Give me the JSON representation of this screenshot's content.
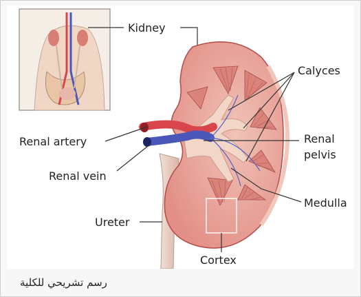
{
  "labels": {
    "kidney": "Kidney",
    "calyces": "Calyces",
    "renal_artery": "Renal artery",
    "renal_pelvis_line1": "Renal",
    "renal_pelvis_line2": "pelvis",
    "renal_vein": "Renal vein",
    "medulla": "Medulla",
    "ureter": "Ureter",
    "cortex": "Cortex"
  },
  "caption": "رسم تشريحي للكلية",
  "colors": {
    "cortex": "#e9a9a0",
    "medulla": "#d9837b",
    "pelvis": "#f2d7c8",
    "artery": "#d8454d",
    "vein": "#4a57b8",
    "inset_border": "#888888",
    "leader": "#333333"
  }
}
